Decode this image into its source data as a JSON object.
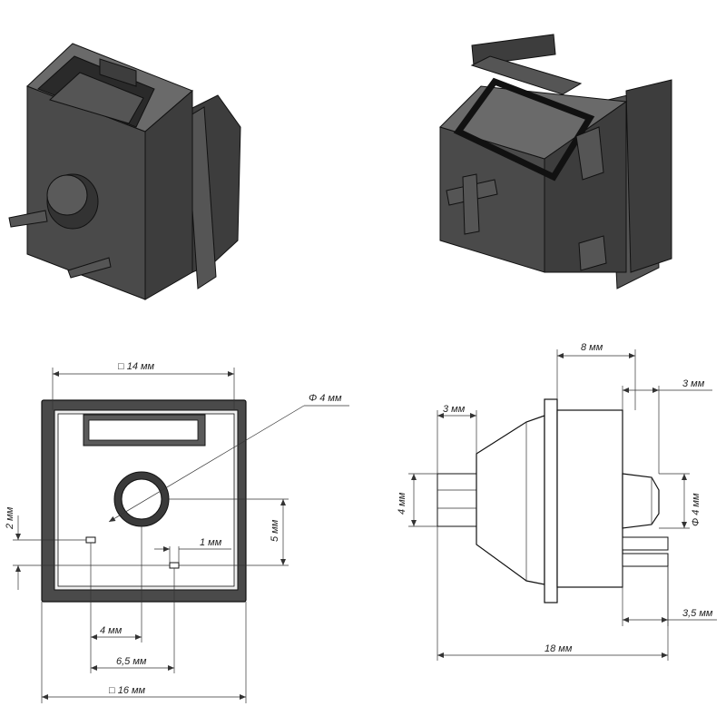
{
  "dimensions": {
    "top_width": "□ 14 мм",
    "bottom_width": "□ 16 мм",
    "button_diameter_front": "Φ 4 мм",
    "pin_offset_vertical": "2 мм",
    "pin_offset_small": "1 мм",
    "button_center_height": "5 мм",
    "pin_spacing_4": "4 мм",
    "pin_spacing_65": "6,5 мм",
    "side_depth_8": "8 мм",
    "side_button_3": "3 мм",
    "side_left_3": "3 мм",
    "side_height_4": "4 мм",
    "button_diameter_side": "Φ 4 мм",
    "terminal_35": "3,5 мм",
    "total_length": "18 мм"
  },
  "colors": {
    "body": "#3d3d3d",
    "outline": "#111111",
    "dimension_line": "#333333"
  }
}
